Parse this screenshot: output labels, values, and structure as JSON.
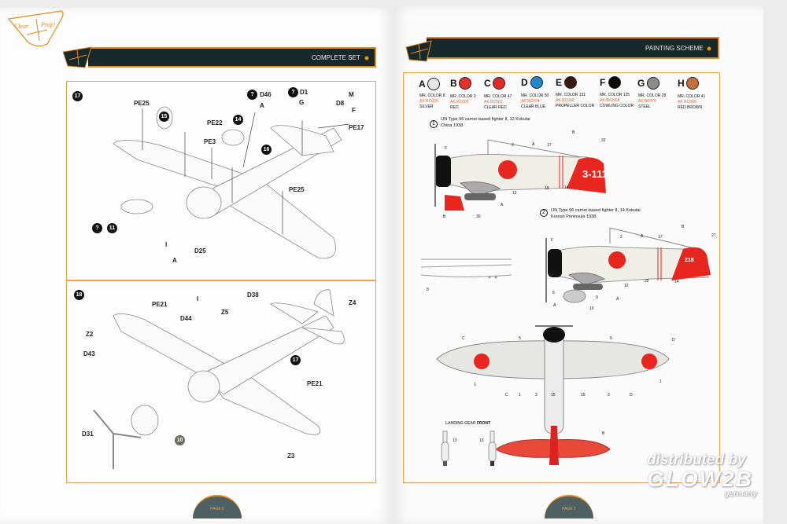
{
  "left_page": {
    "section_title": "COMPLETE SET",
    "page_label": "PAGE 6",
    "logo_text": "Clear Prop!",
    "step17": {
      "step": "17",
      "refs": {
        "b15": "15",
        "b14": "14",
        "b16": "16",
        "q1": "?",
        "q2": "?",
        "q3": "?",
        "b11": "11"
      },
      "labels": [
        "PE25",
        "PE22",
        "PE3",
        "D46",
        "A",
        "D1",
        "G",
        "M",
        "D8",
        "F",
        "PE17",
        "PE25",
        "I",
        "D25",
        "A"
      ]
    },
    "step18": {
      "step": "18",
      "refs": {
        "b17": "17",
        "b10": "10"
      },
      "labels": [
        "PE21",
        "I",
        "D38",
        "D44",
        "Z5",
        "Z4",
        "Z2",
        "D43",
        "PE21",
        "D31",
        "Z3"
      ]
    }
  },
  "right_page": {
    "section_title": "PAINTING SCHEME",
    "page_label": "PAGE 7",
    "colors": [
      {
        "letter": "A",
        "mr": "MR. COLOR 8",
        "ak": "AK RC020",
        "name": "SILVER",
        "hex": "#e6e6e6"
      },
      {
        "letter": "B",
        "mr": "MR. COLOR 3",
        "ak": "AK RC005",
        "name": "RED",
        "hex": "#e8302a"
      },
      {
        "letter": "C",
        "mr": "MR. COLOR 47",
        "ak": "AK RC503",
        "name": "CLEAR RED",
        "hex": "#e22a24"
      },
      {
        "letter": "D",
        "mr": "MR. COLOR 50",
        "ak": "AK RC504",
        "name": "CLEAR BLUE",
        "hex": "#1e88d0"
      },
      {
        "letter": "E",
        "mr": "MR. COLOR 131",
        "ak": "AK RC068",
        "name": "PROPELLER COLOR",
        "hex": "#3a1a10"
      },
      {
        "letter": "F",
        "mr": "MR. COLOR 125",
        "ak": "AK AK2066",
        "name": "COWLING COLOR",
        "hex": "#0a0a0a"
      },
      {
        "letter": "G",
        "mr": "MR. COLOR 28",
        "ak": "AK AK476",
        "name": "STEEL",
        "hex": "#8c8c8c"
      },
      {
        "letter": "H",
        "mr": "MR. COLOR 41",
        "ak": "AK RC006",
        "name": "RED BROWN",
        "hex": "#c8703a"
      }
    ],
    "schemes": [
      {
        "num": "1",
        "line1": "IJN Type 96 carrier-based fighter II, 12 Kokutai",
        "line2": "China 1938.",
        "tail_code": "3-111",
        "callouts": [
          "2",
          "A",
          "17",
          "B",
          "32",
          "F",
          "12",
          "19",
          "14",
          "B",
          "30",
          "A"
        ]
      },
      {
        "num": "2",
        "line1": "IJN Type 96 carrier-based fighter II, 14 Kokutai",
        "line2": "Korean Peninsula 1938.",
        "tail_code": "218",
        "callouts": [
          "2",
          "A",
          "17",
          "B",
          "27",
          "F",
          "12",
          "22",
          "14",
          "6",
          "9",
          "10",
          "A",
          "A"
        ]
      }
    ],
    "top_view_callouts": [
      "C",
      "5",
      "5",
      "D",
      "1",
      "C",
      "1",
      "3",
      "15",
      "15",
      "3",
      "D",
      "1",
      "B"
    ],
    "landing_gear": {
      "title_normal": "LANDING GEAR ",
      "title_bold": "FRONT",
      "callouts": [
        "13",
        "13"
      ]
    },
    "detail_callout": "8"
  },
  "watermark": {
    "line1": "distributed by",
    "line2": "GLOW2B",
    "line3": "germany"
  }
}
